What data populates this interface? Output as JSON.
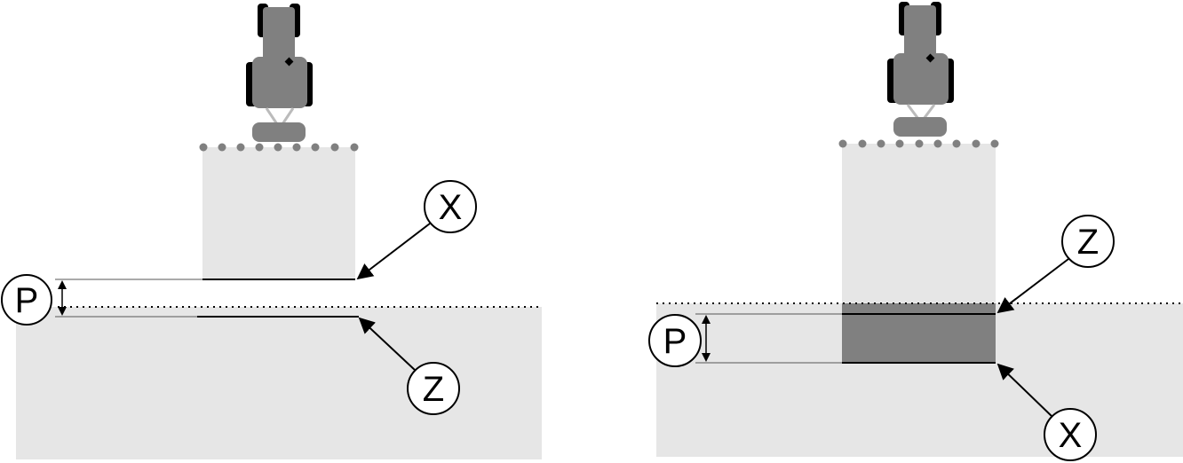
{
  "colors": {
    "field": "#e6e6e6",
    "overlap": "#808080",
    "tractor": "#808080",
    "tire": "#000000",
    "nozzle": "#808080",
    "line": "#000000"
  },
  "icons": [
    "tractor-icon",
    "boom-nozzle-icon",
    "double-arrow-icon"
  ],
  "left_diagram": {
    "callout_x": "X",
    "callout_z": "Z",
    "callout_p": "P"
  },
  "right_diagram": {
    "callout_z": "Z",
    "callout_x": "X",
    "callout_p": "P"
  }
}
